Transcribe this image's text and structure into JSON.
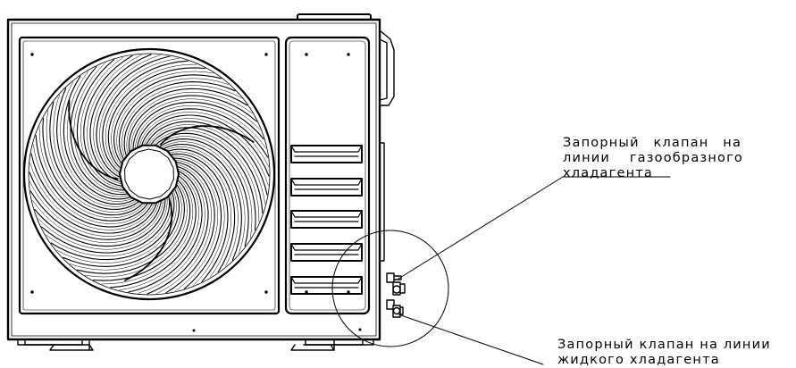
{
  "callouts": {
    "gas_valve": {
      "line1": "Запорный клапан на",
      "line2": "линии газообразного",
      "line3": "хладагента"
    },
    "liquid_valve": {
      "line1": "Запорный клапан на линии",
      "line2": "жидкого хладагента"
    }
  },
  "colors": {
    "stroke": "#000000",
    "background": "#ffffff"
  }
}
